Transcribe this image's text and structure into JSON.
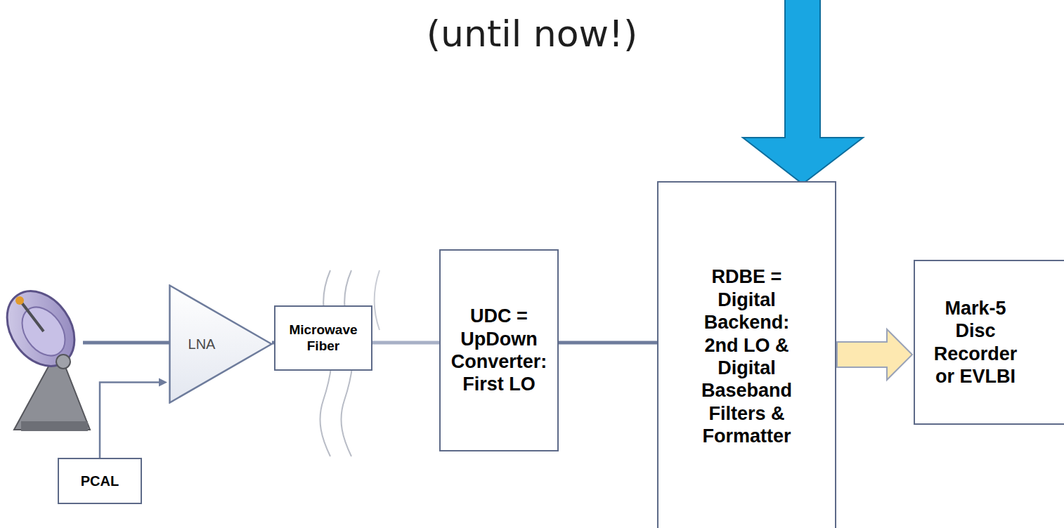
{
  "diagram": {
    "nodes": [
      {
        "text": [
          "PCAL"
        ]
      },
      {
        "text": [
          "LNA"
        ]
      },
      {
        "text": [
          "Microwave Fiber"
        ]
      },
      {
        "text": [
          "UDC = UpDown Converter: First LO"
        ]
      },
      {
        "text": [
          "RDBE = Digital Backend: 2nd LO & Digital Baseband Filters & Formatter"
        ]
      },
      {
        "text": [
          "Mark-5 Disc Recorder or EVLBI"
        ]
      }
    ],
    "edges": [
      {
        "from": 0,
        "to": 1,
        "arrow": "to"
      },
      {
        "from": 1,
        "to": 2,
        "arrow": "none"
      },
      {
        "from": 2,
        "to": 3,
        "arrow": "none"
      },
      {
        "from": 3,
        "to": 4,
        "arrow": "none"
      },
      {
        "from": 4,
        "to": 5,
        "arrow": "to"
      }
    ],
    "labels": [
      "(until now!)"
    ]
  }
}
